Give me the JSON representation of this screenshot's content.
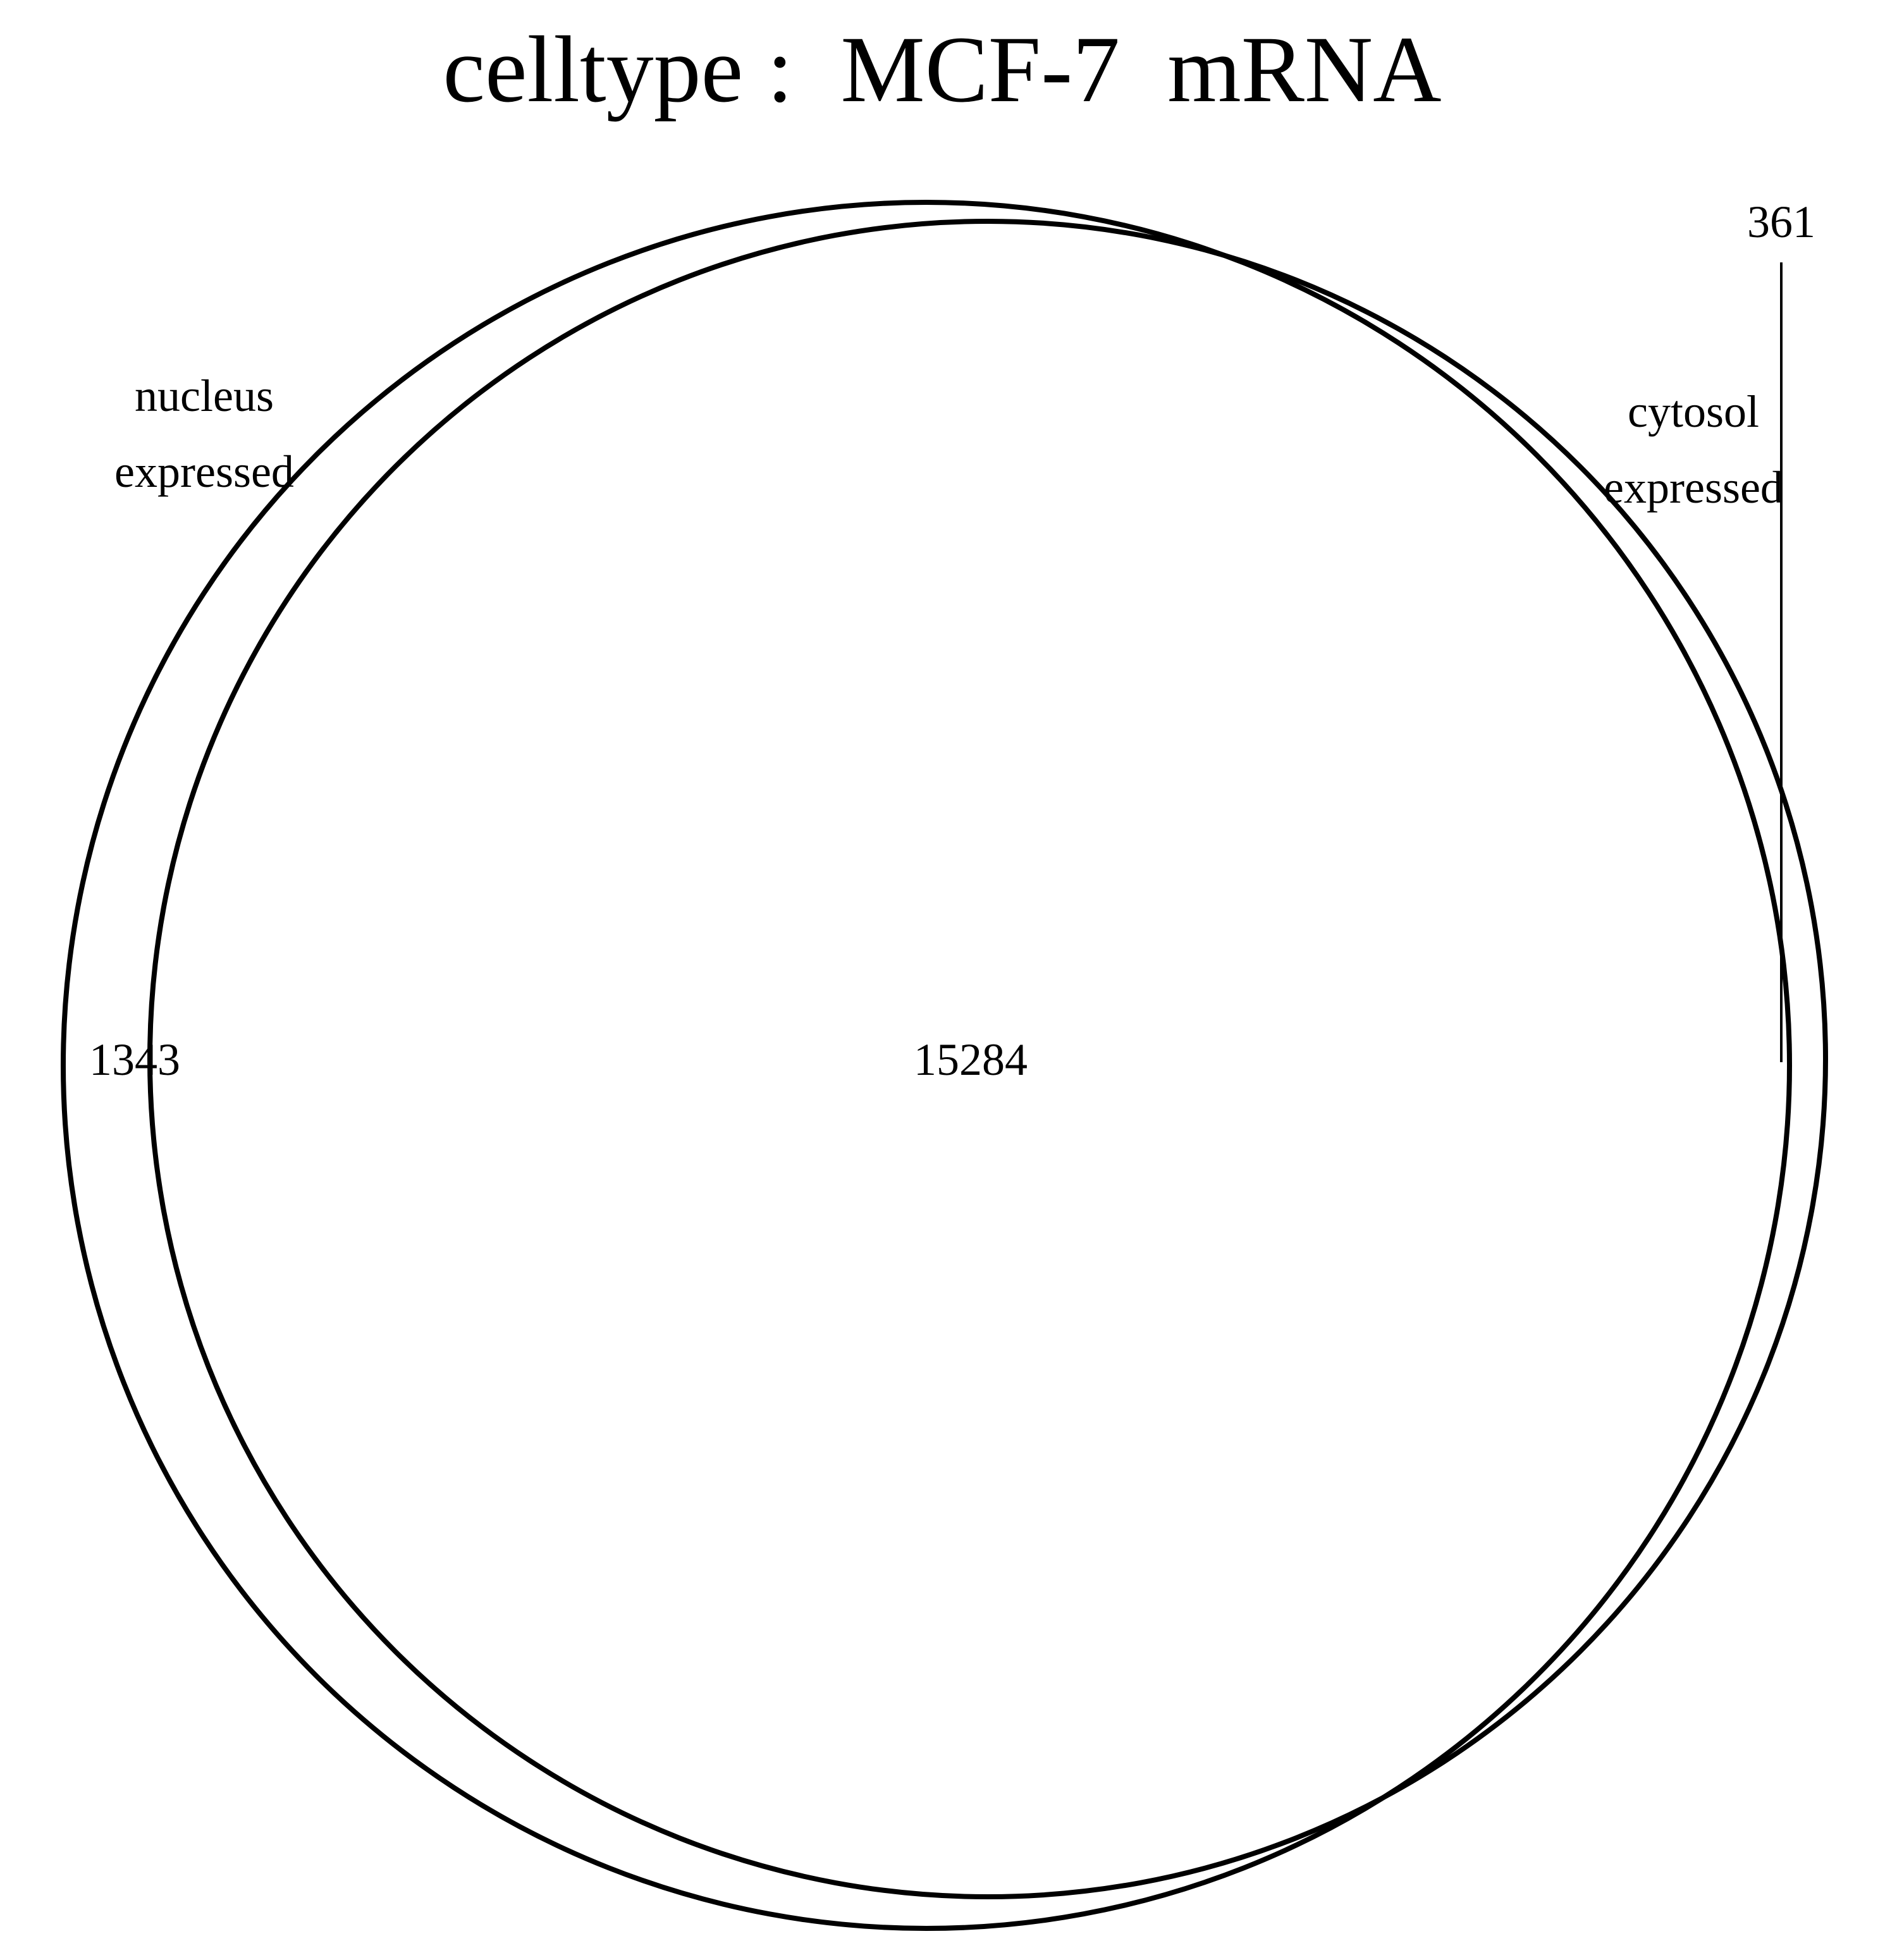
{
  "title": "celltype :  MCF-7  mRNA",
  "sets": [
    {
      "name_lines": [
        "nucleus",
        "expressed"
      ]
    },
    {
      "name_lines": [
        "cytosol",
        "expressed"
      ]
    }
  ],
  "regions": {
    "nucleus_only": "1343",
    "intersection": "15284",
    "cytosol_only": "361"
  }
}
